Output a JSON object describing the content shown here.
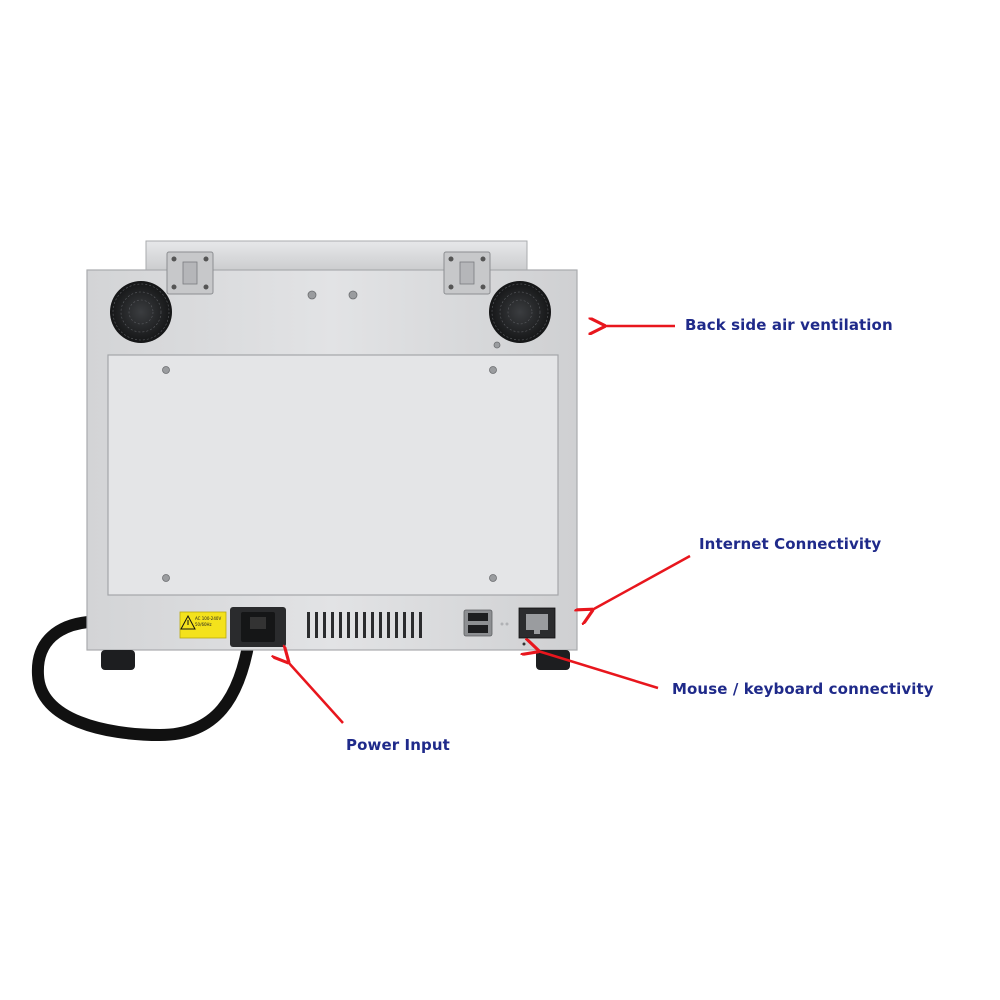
{
  "annotations": {
    "vent": "Back side air ventilation",
    "internet": "Internet  Connectivity",
    "mouse": "Mouse / keyboard connectivity",
    "power": "Power Input"
  },
  "warning_label": {
    "line1": "AC 100-240V",
    "line2": "50/60Hz"
  },
  "colors": {
    "label_text": "#1f2a8a",
    "arrow": "#e8161d",
    "casing": "#d9dadc",
    "casing_edge": "#a9abae",
    "panel": "#e4e5e7",
    "warning_yellow": "#f4e21c",
    "cable": "#111111"
  },
  "icons": [
    "hinge-icon",
    "vent-grille-icon",
    "usb-port-icon",
    "ethernet-port-icon",
    "power-socket-icon",
    "warning-triangle-icon",
    "arrow-icon"
  ]
}
